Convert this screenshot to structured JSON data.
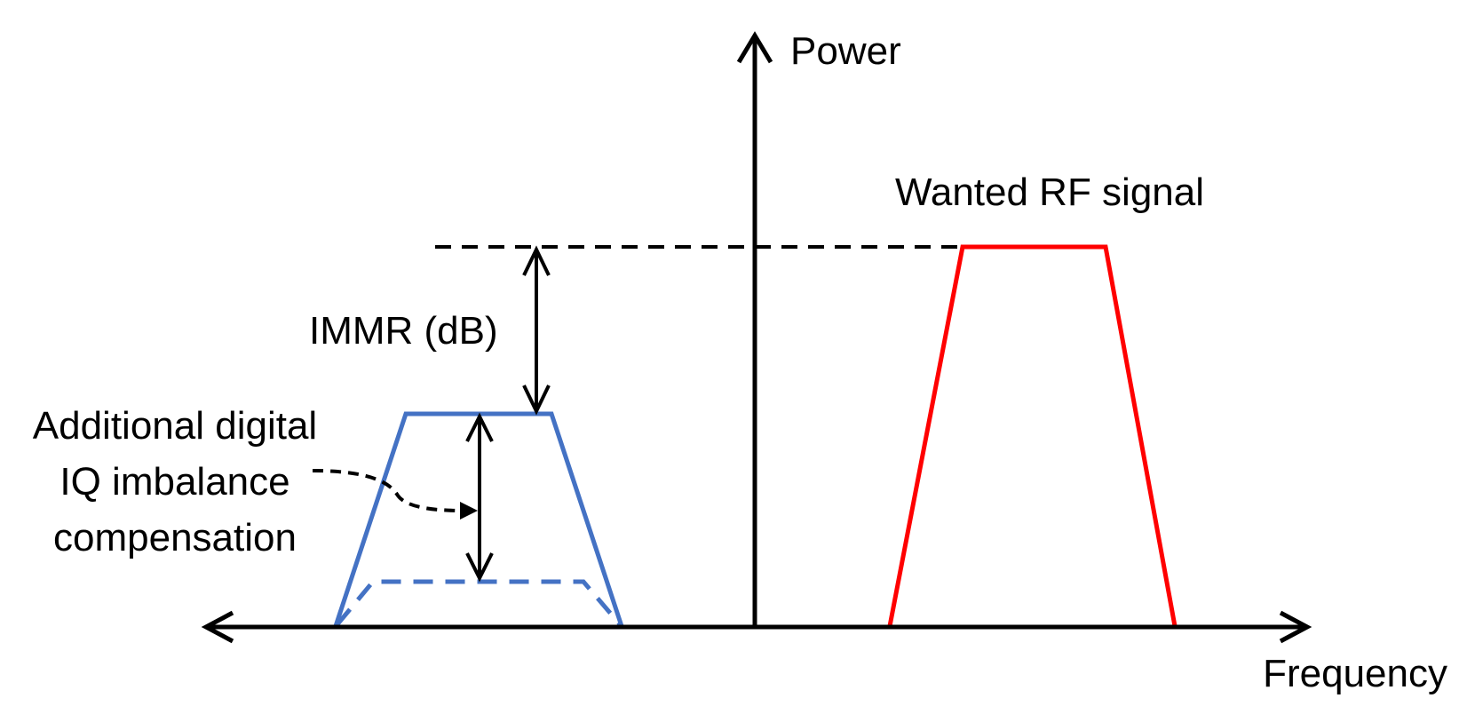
{
  "labels": {
    "power": "Power",
    "frequency": "Frequency",
    "wanted_signal": "Wanted RF signal",
    "immr": "IMMR (dB)",
    "compensation_line1": "Additional digital",
    "compensation_line2": "IQ imbalance",
    "compensation_line3": "compensation"
  },
  "colors": {
    "axis": "#000000",
    "wanted_signal": "#ff0000",
    "image_signal": "#4472c4",
    "reference_line": "#000000"
  }
}
